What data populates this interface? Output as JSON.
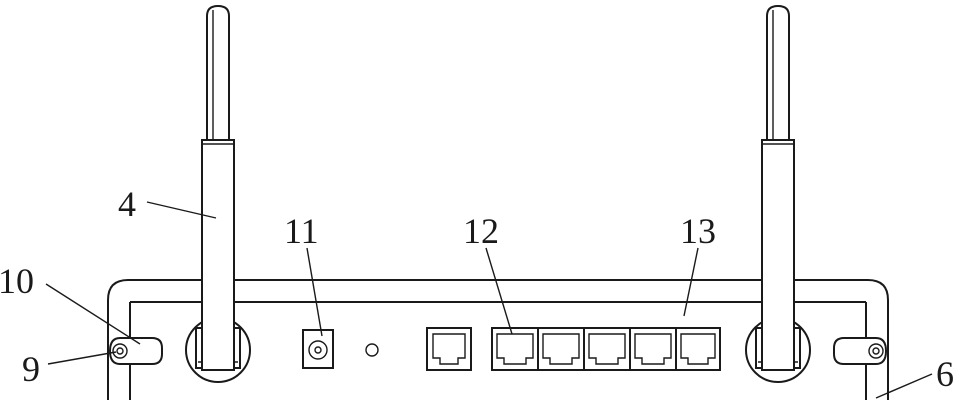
{
  "labels": {
    "antenna": "4",
    "foot": "6",
    "mount_hole": "9",
    "mount_bracket": "10",
    "power_jack": "11",
    "wan_port": "12",
    "lan_ports": "13"
  },
  "colors": {
    "line": "#1a1a1a",
    "background": "#ffffff"
  }
}
